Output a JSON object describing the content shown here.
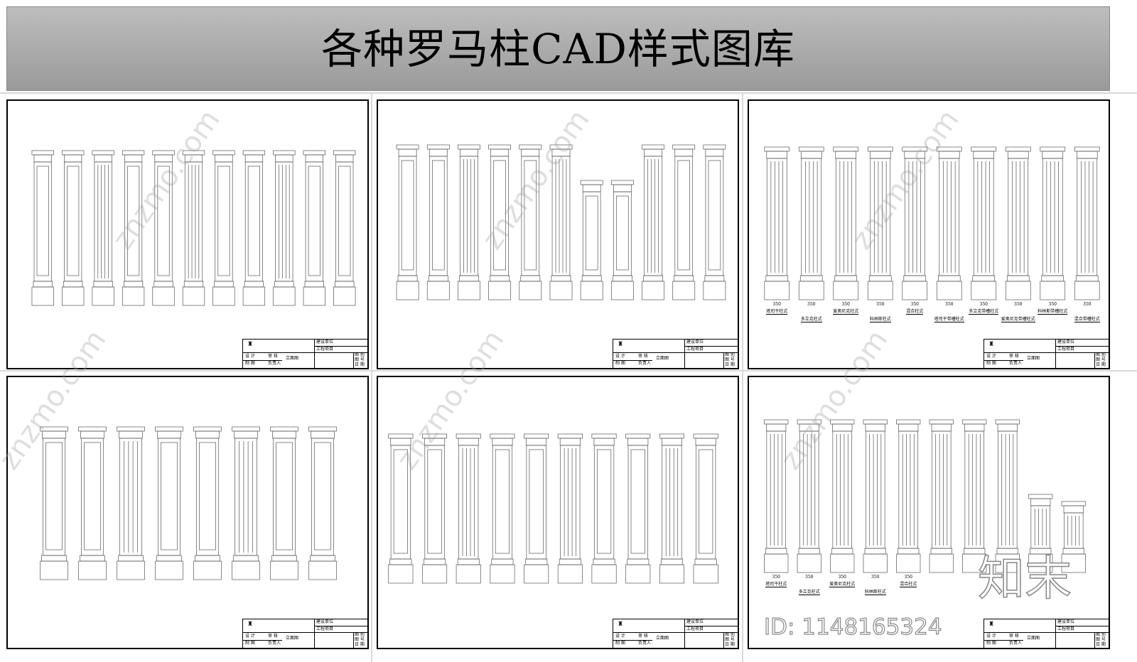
{
  "title": "各种罗马柱CAD样式图库",
  "title_block": {
    "unit": "建设单位",
    "project": "工程项目",
    "design": "设 计",
    "review": "审 核",
    "drawing": "立面图",
    "draft": "制 图",
    "lead": "负责人",
    "category": "图 别",
    "number": "图 号",
    "date": "日 期"
  },
  "panel3_labels": [
    "塔司干柱式",
    "多立克柱式",
    "爱奥尼克柱式",
    "科林斯柱式",
    "混合柱式",
    "塔司干带槽柱式",
    "多立克带槽柱式",
    "爱奥尼克带槽柱式",
    "科林斯带槽柱式",
    "混合带槽柱式"
  ],
  "panel6_labels": [
    "塔司干柱式",
    "多立克柱式",
    "爱奥尼克柱式",
    "科林斯柱式",
    "混合柱式"
  ],
  "dimension": "350",
  "watermark": {
    "site": "znzmo.com",
    "brand": "知末",
    "id": "ID: 1148165324"
  }
}
